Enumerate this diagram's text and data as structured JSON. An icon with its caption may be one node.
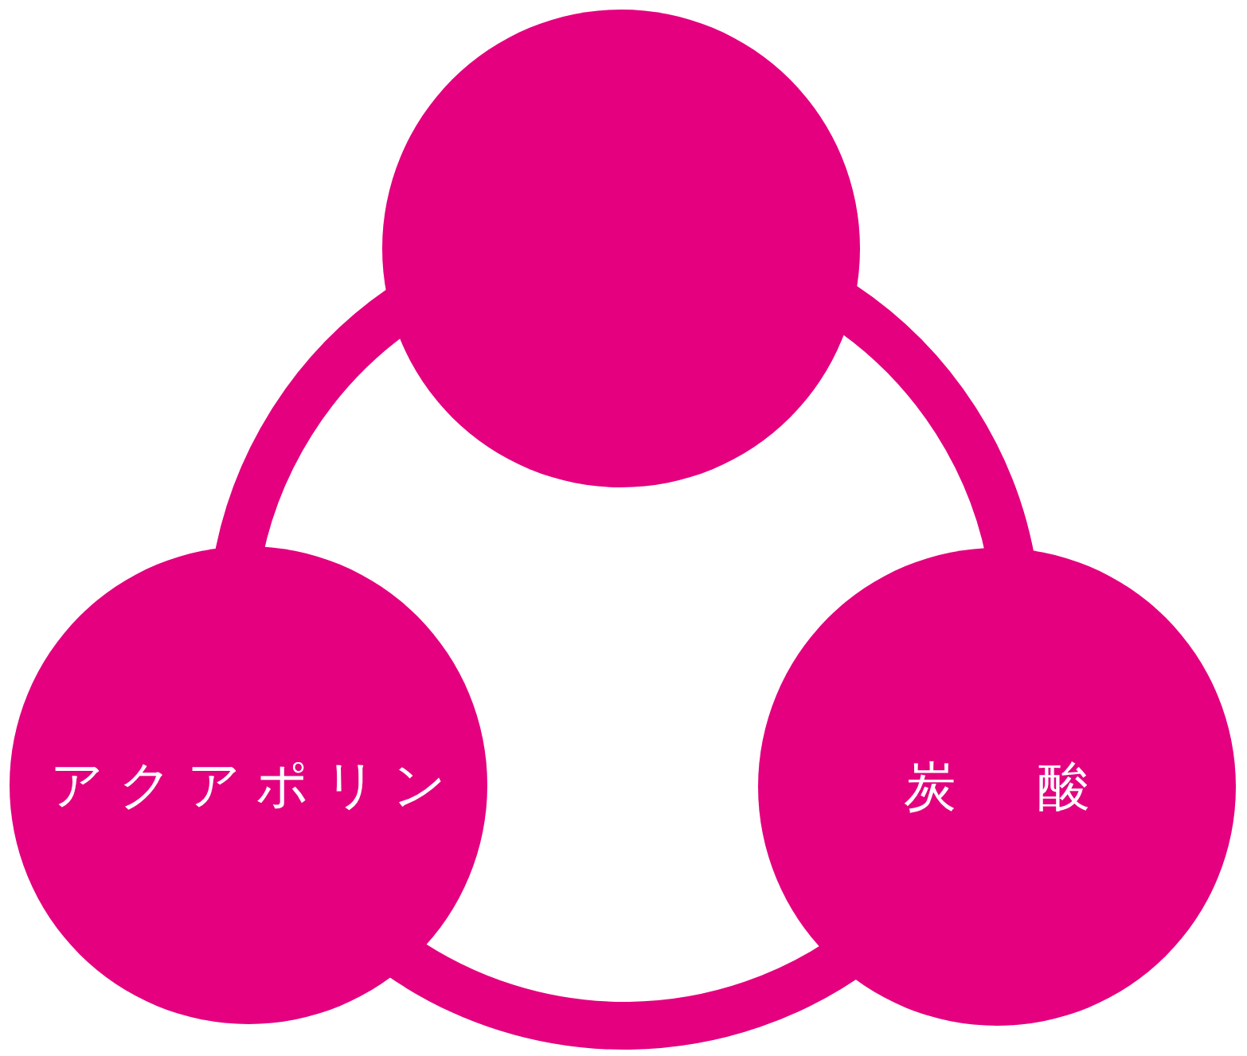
{
  "diagram": {
    "nodes": [
      {
        "text": [],
        "shape": "circle"
      },
      {
        "text": [
          "アクアポリン"
        ]
      },
      {
        "text": [
          "炭　酸"
        ]
      }
    ],
    "edges": [
      {
        "from": 0,
        "to": 1,
        "arrow": "none"
      },
      {
        "from": 0,
        "to": 2,
        "arrow": "none"
      },
      {
        "from": 1,
        "to": 2,
        "arrow": "none"
      }
    ]
  }
}
